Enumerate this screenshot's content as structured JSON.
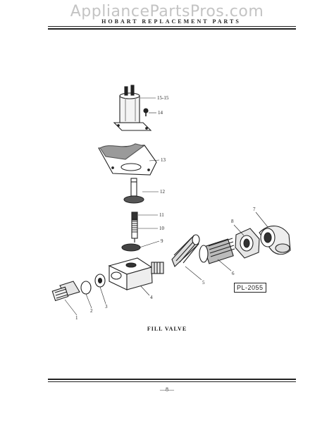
{
  "watermark": "AppliancePartsPros.com",
  "header": {
    "title": "HOBART REPLACEMENT PARTS"
  },
  "diagram": {
    "caption": "FILL VALVE",
    "plate_id": "PL-2055",
    "callouts": [
      "1",
      "2",
      "3",
      "4",
      "5",
      "6",
      "7",
      "8",
      "9",
      "10",
      "11",
      "12",
      "13",
      "14",
      "15-15"
    ]
  },
  "footer": {
    "page_number": "—8—"
  }
}
